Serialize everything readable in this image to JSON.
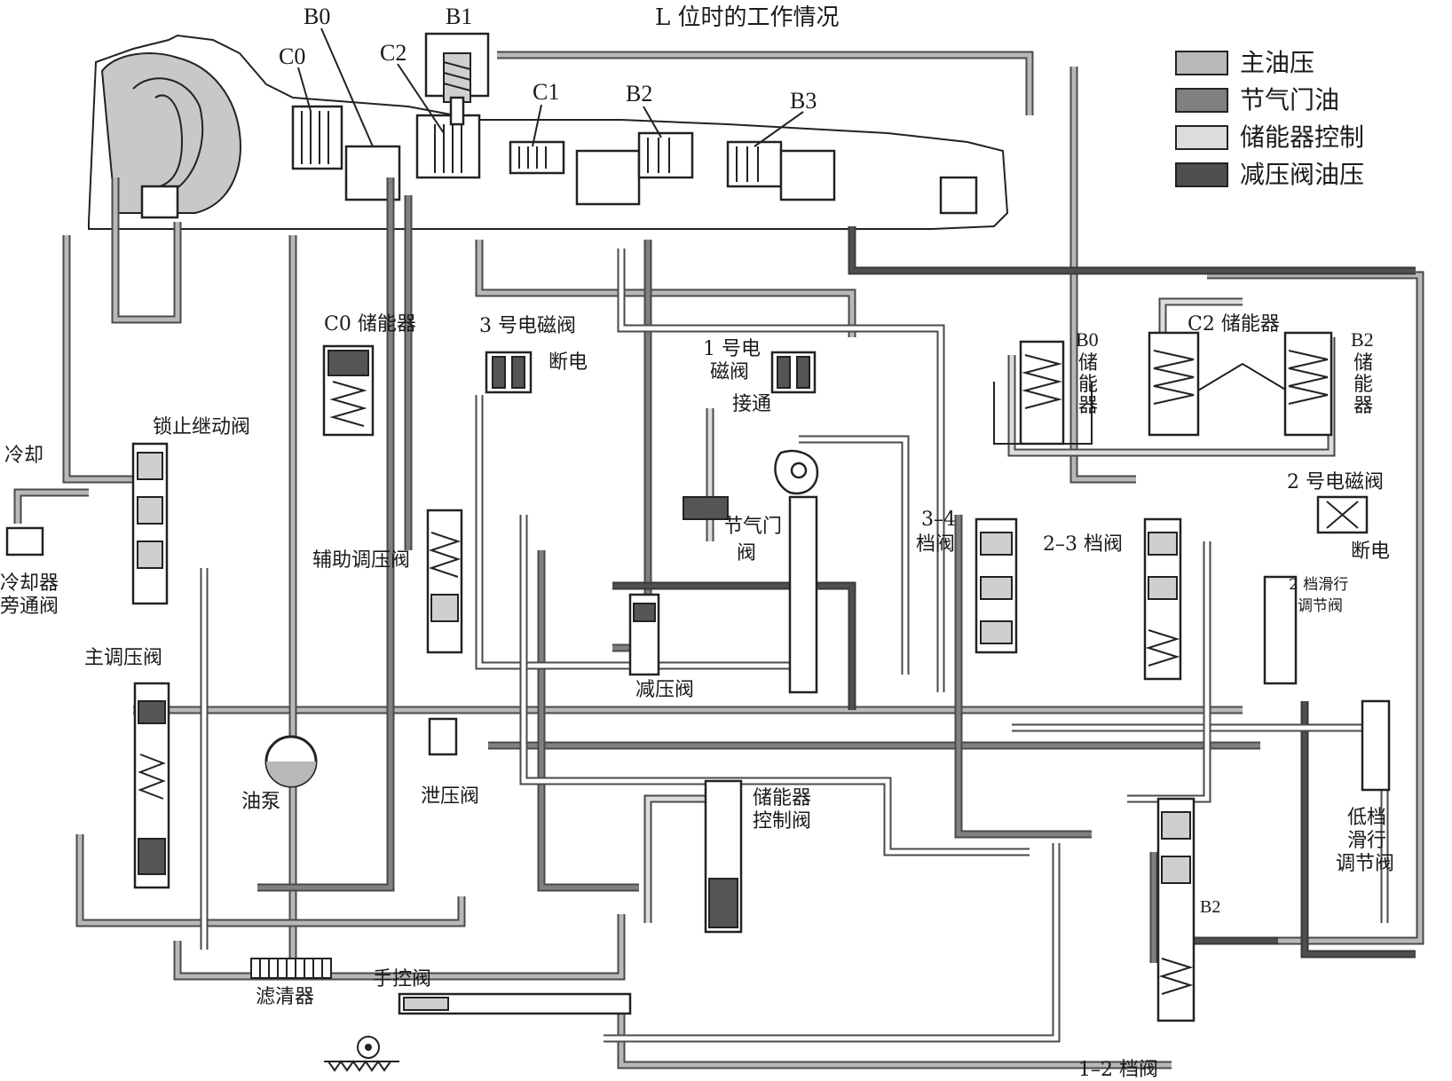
{
  "title": "L 位时的工作情况",
  "legend": [
    {
      "label": "主油压",
      "color": "#b8b8b8"
    },
    {
      "label": "节气门油",
      "color": "#808080"
    },
    {
      "label": "储能器控制",
      "color": "#dcdcdc"
    },
    {
      "label": "减压阀油压",
      "color": "#4f4f4f"
    }
  ],
  "labels": {
    "b0": "B0",
    "b1": "B1",
    "c0": "C0",
    "c2": "C2",
    "c1": "C1",
    "b2": "B2",
    "b3": "B3",
    "c0_accumulator": "C0 储能器",
    "solenoid3": "3 号电磁阀",
    "solenoid3_state": "断电",
    "solenoid1_a": "1 号电",
    "solenoid1_b": "磁阀",
    "solenoid1_state": "接通",
    "b0_acc": [
      "B0",
      "储",
      "能",
      "器"
    ],
    "c2_accumulator": "C2 储能器",
    "b2_acc": [
      "B2",
      "储",
      "能",
      "器"
    ],
    "cooling": "冷却",
    "lockup_relay": "锁止继动阀",
    "cooler_bypass_a": "冷却器",
    "cooler_bypass_b": "旁通阀",
    "aux_regulator": "辅助调压阀",
    "throttle_valve_a": "节气门",
    "throttle_valve_b": "阀",
    "shift34_a": "3–4",
    "shift34_b": "档阀",
    "shift23": "2–3 档阀",
    "solenoid2": "2 号电磁阀",
    "solenoid2_state": "断电",
    "coast2_a": "2 档滑行",
    "coast2_b": "调节阀",
    "primary_regulator": "主调压阀",
    "reducing_valve": "减压阀",
    "oil_pump": "油泵",
    "relief_valve": "泄压阀",
    "acc_control_a": "储能器",
    "acc_control_b": "控制阀",
    "low_coast": [
      "低档",
      "滑行",
      "调节阀"
    ],
    "b2_small": "B2",
    "filter": "滤清器",
    "manual_valve": "手控阀",
    "shift12": "1–2 档阀"
  }
}
